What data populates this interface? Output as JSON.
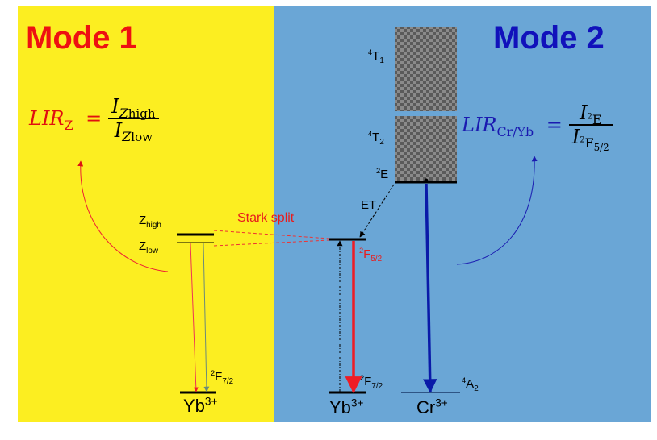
{
  "colors": {
    "left_bg": "#fcee21",
    "right_bg": "#6aa6d6",
    "mode1": "#ee1111",
    "mode2": "#1111bb",
    "red_arrow": "#ee1c25",
    "blue_arrow": "#0a1aa8",
    "formula_red": "#e01010",
    "formula_blue": "#1a1ab0"
  },
  "modes": {
    "mode1": "Mode 1",
    "mode2": "Mode 2"
  },
  "formula_left": {
    "lhs_main": "LIR",
    "lhs_sub": "Z",
    "equals": "=",
    "num_main": "I",
    "num_sub": "Z",
    "num_subsub": "high",
    "den_main": "I",
    "den_sub": "Z",
    "den_subsub": "low"
  },
  "formula_right": {
    "lhs_main": "LIR",
    "lhs_sub": "Cr/Yb",
    "equals": "=",
    "num_main": "I",
    "num_sup": "2",
    "num_sub": "E",
    "den_main": "I",
    "den_sup": "2",
    "den_sub": "F",
    "den_subsub": "5/2"
  },
  "levels": {
    "z_high_main": "Z",
    "z_high_sub": "high",
    "z_low_main": "Z",
    "z_low_sub": "low",
    "stark_split": "Stark split",
    "yb_f52_sup": "2",
    "yb_f52_main": "F",
    "yb_f52_sub": "5/2",
    "left_f72_sup": "2",
    "left_f72_main": "F",
    "left_f72_sub": "7/2",
    "mid_f72_sup": "2",
    "mid_f72_main": "F",
    "mid_f72_sub": "7/2",
    "et": "ET",
    "t1_sup": "4",
    "t1_main": "T",
    "t1_sub": "1",
    "t2_sup": "4",
    "t2_main": "T",
    "t2_sub": "2",
    "e_sup": "2",
    "e_main": "E",
    "a2_sup": "4",
    "a2_main": "A",
    "a2_sub": "2"
  },
  "ions": {
    "yb_left_main": "Yb",
    "yb_left_sup": "3+",
    "yb_mid_main": "Yb",
    "yb_mid_sup": "3+",
    "cr_main": "Cr",
    "cr_sup": "3+"
  },
  "icons": {
    "left_curve": "curved-arrow-icon",
    "right_curve": "curved-arrow-icon",
    "band_pattern": "checkerboard-pattern"
  }
}
